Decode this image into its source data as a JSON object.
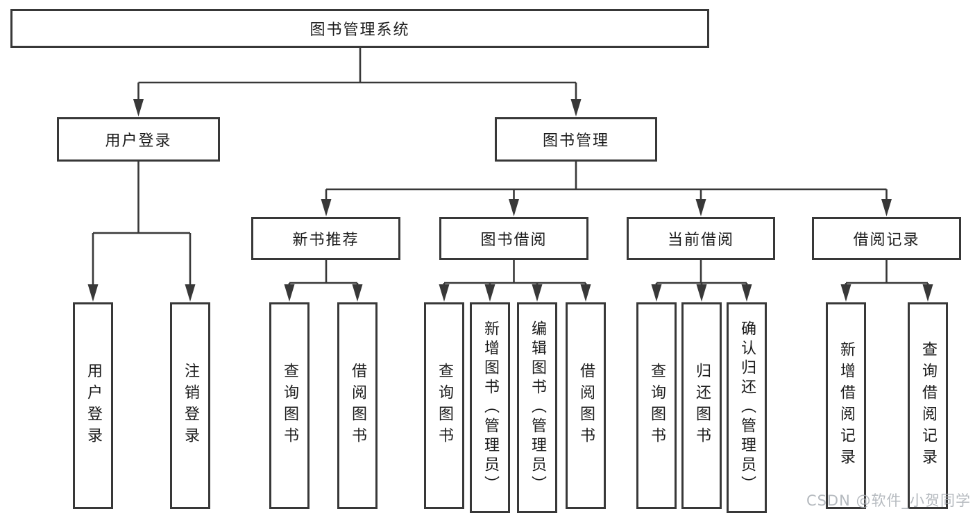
{
  "diagram": {
    "title_node": {
      "label": "图书管理系统"
    },
    "level2": [
      {
        "label": "用户登录"
      },
      {
        "label": "图书管理"
      }
    ],
    "level3": [
      {
        "label": "新书推荐"
      },
      {
        "label": "图书借阅"
      },
      {
        "label": "当前借阅"
      },
      {
        "label": "借阅记录"
      }
    ],
    "leaves": [
      {
        "label": "用户登录",
        "parent": "用户登录"
      },
      {
        "label": "注销登录",
        "parent": "用户登录"
      },
      {
        "label": "查询图书",
        "parent": "新书推荐"
      },
      {
        "label": "借阅图书",
        "parent": "新书推荐"
      },
      {
        "label": "查询图书",
        "parent": "图书借阅"
      },
      {
        "label": "新增图书（管理员）",
        "parent": "图书借阅"
      },
      {
        "label": "编辑图书（管理员）",
        "parent": "图书借阅"
      },
      {
        "label": "借阅图书",
        "parent": "图书借阅"
      },
      {
        "label": "查询图书",
        "parent": "当前借阅"
      },
      {
        "label": "归还图书",
        "parent": "当前借阅"
      },
      {
        "label": "确认归还（管理员）",
        "parent": "当前借阅"
      },
      {
        "label": "新增借阅记录",
        "parent": "借阅记录"
      },
      {
        "label": "查询借阅记录",
        "parent": "借阅记录"
      }
    ],
    "colors": {
      "line": "#383838",
      "text": "#1c1c1c",
      "background": "#ffffff",
      "watermark": "#a9aeb4"
    }
  },
  "watermark": {
    "text": "CSDN @软件_小贺同学"
  }
}
